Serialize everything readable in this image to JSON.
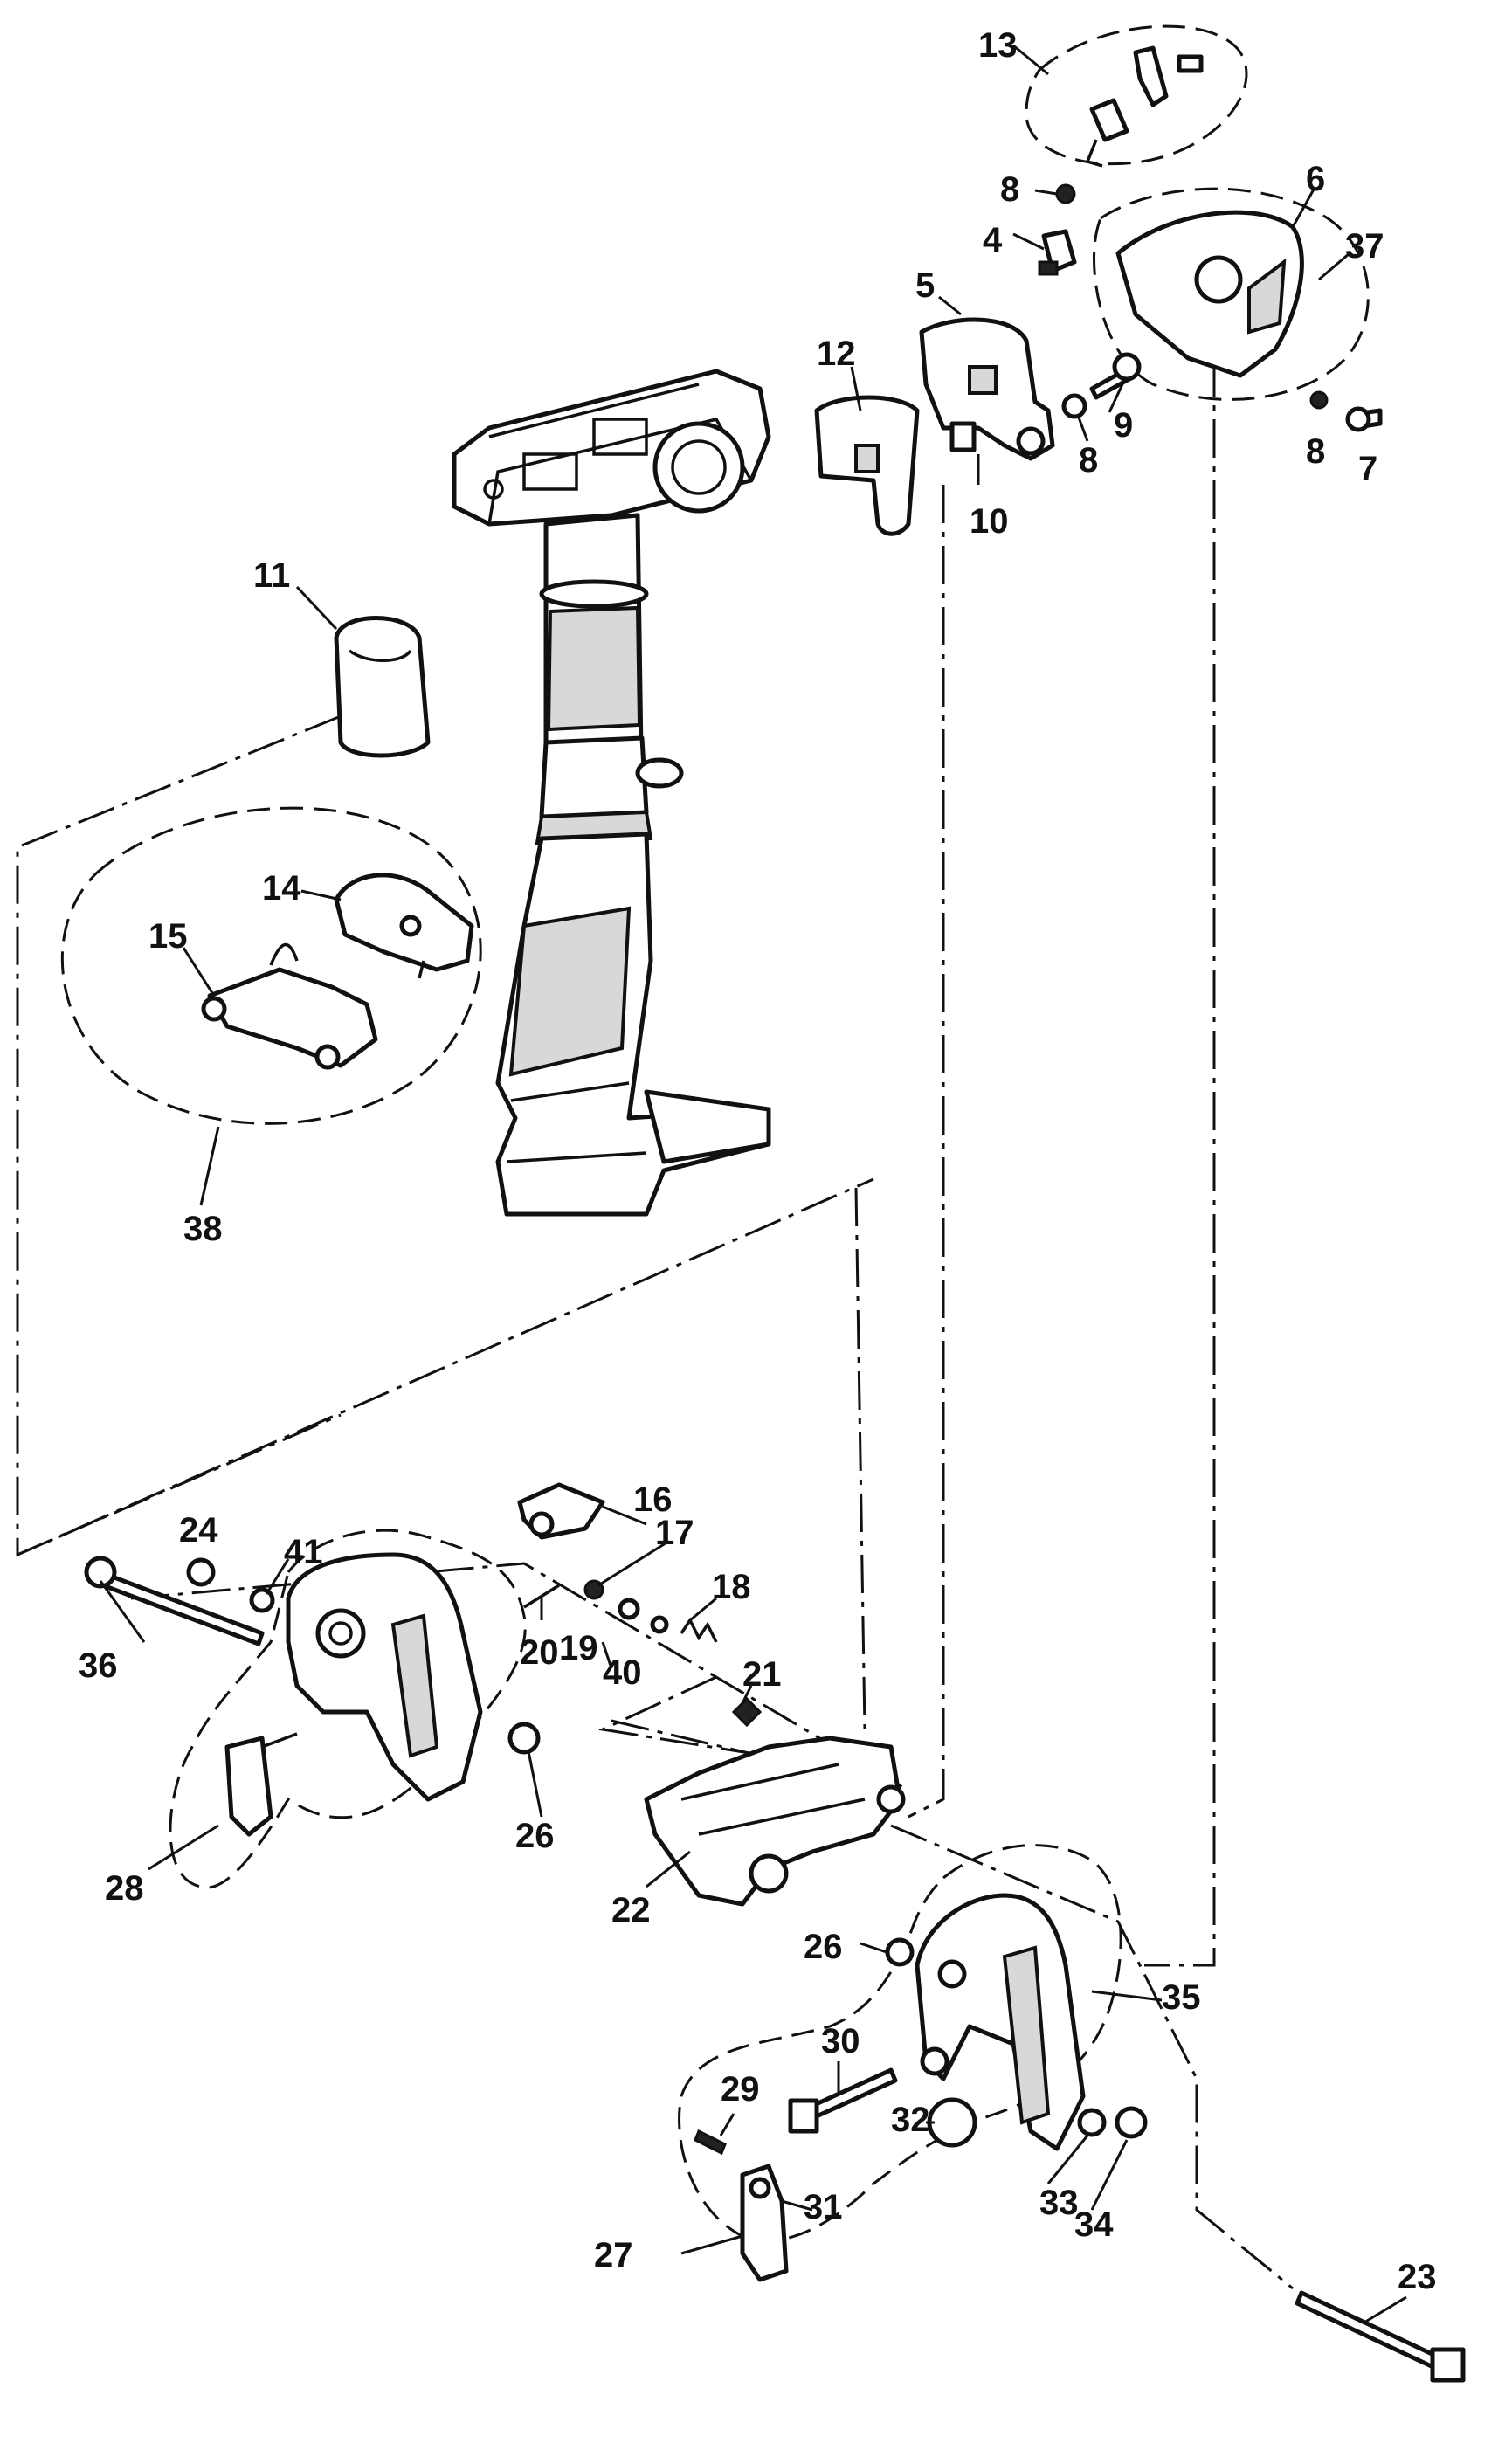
{
  "diagram": {
    "labels": {
      "p4": "4",
      "p5": "5",
      "p6": "6",
      "p7": "7",
      "p8a": "8",
      "p8b": "8",
      "p8c": "8",
      "p9": "9",
      "p10": "10",
      "p11": "11",
      "p12": "12",
      "p13": "13",
      "p14": "14",
      "p15": "15",
      "p16": "16",
      "p17": "17",
      "p18": "18",
      "p19": "19",
      "p20": "20",
      "p21": "21",
      "p22": "22",
      "p23": "23",
      "p24": "24",
      "p26a": "26",
      "p26b": "26",
      "p27": "27",
      "p28": "28",
      "p29": "29",
      "p30": "30",
      "p31": "31",
      "p32": "32",
      "p33": "33",
      "p34": "34",
      "p35": "35",
      "p36": "36",
      "p37": "37",
      "p38": "38",
      "p40": "40",
      "p41": "41"
    },
    "colors": {
      "ink": "#111111",
      "paper": "#ffffff",
      "shade": "#d8d8d8"
    }
  }
}
